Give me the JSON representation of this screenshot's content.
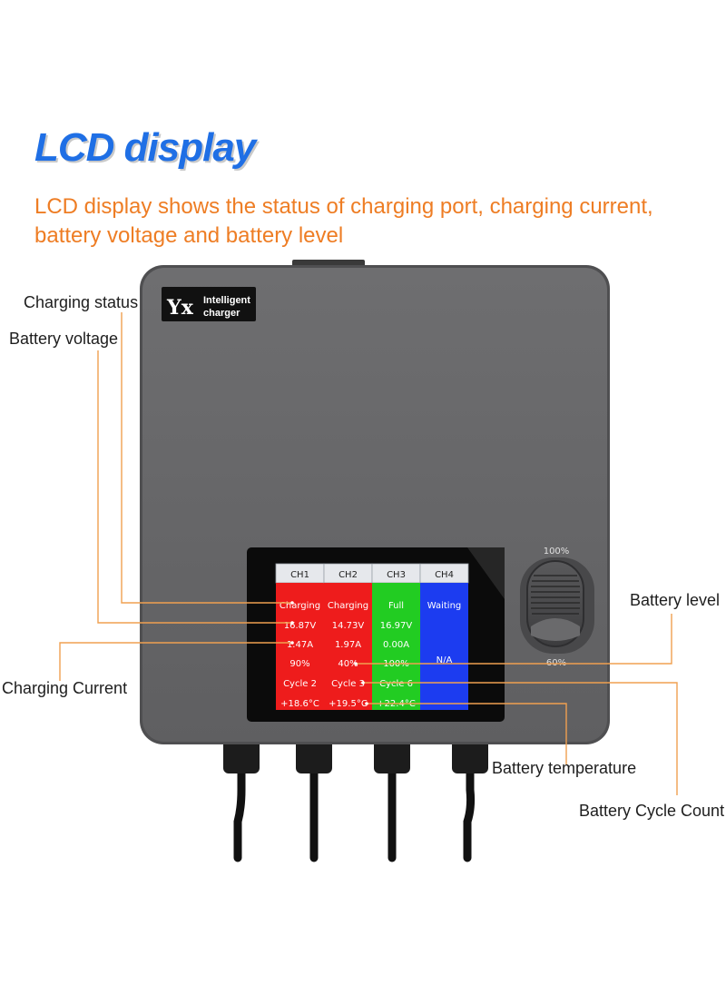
{
  "heading": {
    "title": "LCD display",
    "subtitle": "LCD display shows the status of charging port, charging current, battery voltage and battery level"
  },
  "logo": {
    "mark": "Yx",
    "line1": "Intelligent",
    "line2": "charger"
  },
  "callouts": {
    "charging_status": "Charging status",
    "battery_voltage": "Battery voltage",
    "charging_current": "Charging Current",
    "battery_level": "Battery level",
    "battery_temperature": "Battery temperature",
    "battery_cycle_count": "Battery Cycle Count"
  },
  "lcd": {
    "channels": [
      {
        "name": "CH1",
        "status": "Charging",
        "voltage": "16.87V",
        "current": "1.47A",
        "level": "90%",
        "cycle": "Cycle 2",
        "temperature": "+18.6°C",
        "color": "#ee1c1c"
      },
      {
        "name": "CH2",
        "status": "Charging",
        "voltage": "14.73V",
        "current": "1.97A",
        "level": "40%",
        "cycle": "Cycle 3",
        "temperature": "+19.5°C",
        "color": "#ee1c1c"
      },
      {
        "name": "CH3",
        "status": "Full",
        "voltage": "16.97V",
        "current": "0.00A",
        "level": "100%",
        "cycle": "Cycle 6",
        "temperature": "+22.4°C",
        "color": "#22cc22"
      },
      {
        "name": "CH4",
        "status": "Waiting",
        "voltage": "",
        "current": "",
        "level": "N/A",
        "cycle": "",
        "temperature": "",
        "color": "#1c3cf0"
      }
    ]
  },
  "dial": {
    "top_label": "100%",
    "bottom_label": "60%"
  },
  "colors": {
    "title": "#1f6fe5",
    "subtitle": "#ee7d24",
    "leader_line": "#f0a050",
    "device_body": "#6a6a6c"
  }
}
